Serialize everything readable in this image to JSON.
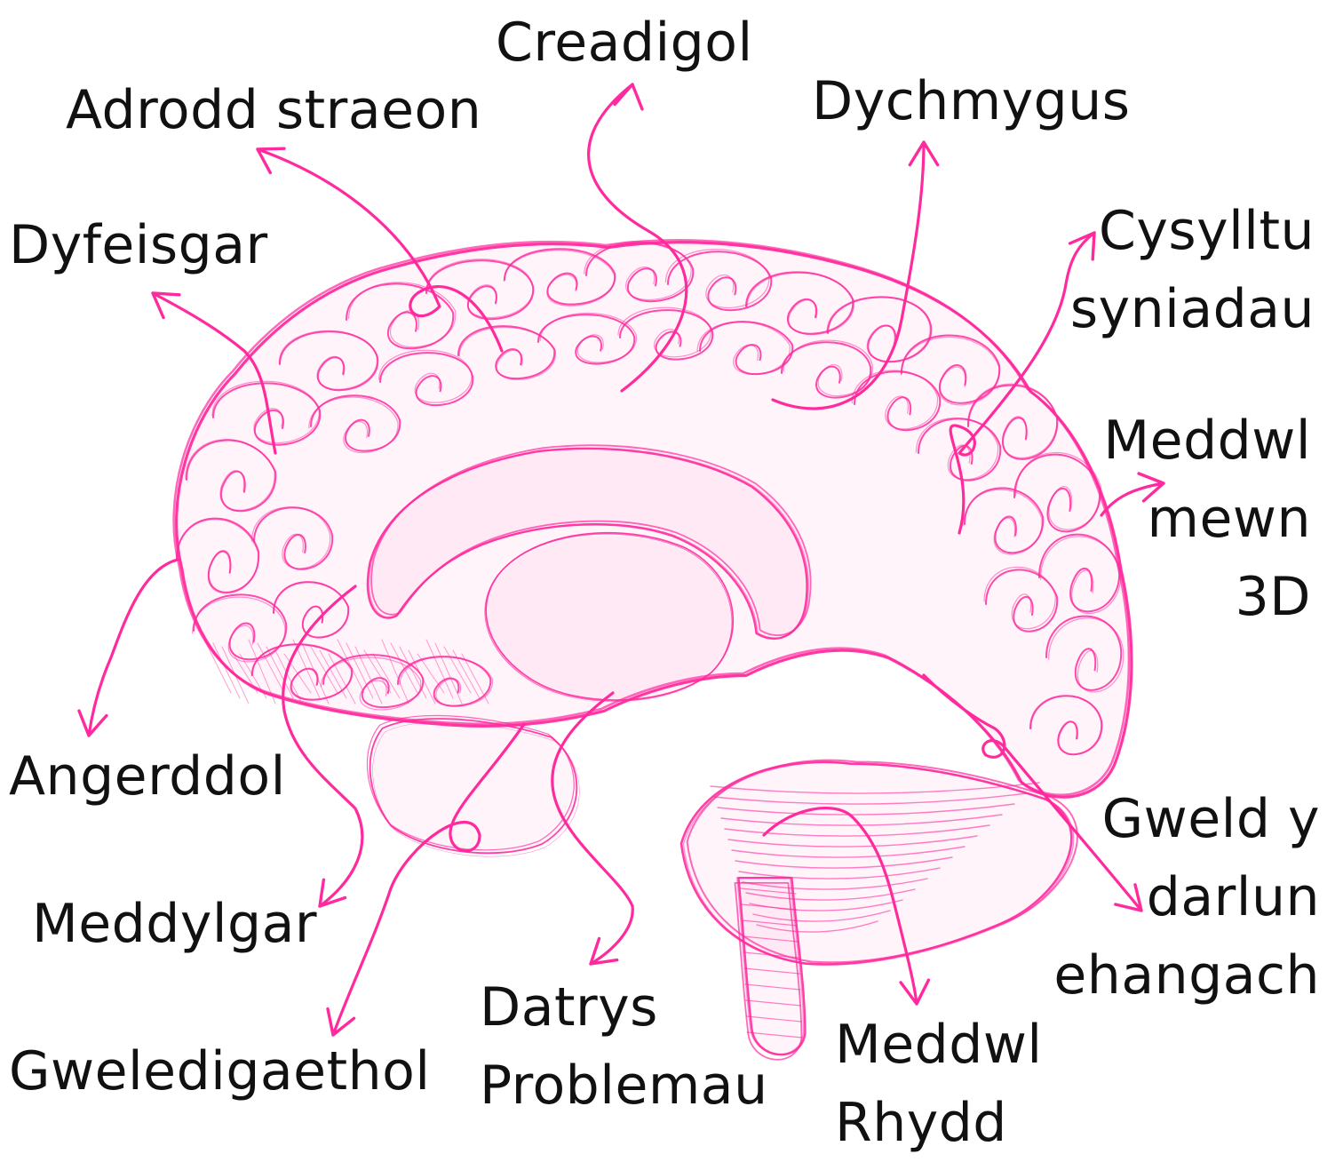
{
  "labels": {
    "creadigol": "Creadigol",
    "adrodd_straeon": "Adrodd straeon",
    "dychmygus": "Dychmygus",
    "dyfeisgar": "Dyfeisgar",
    "cysylltu": [
      "Cysylltu",
      "syniadau"
    ],
    "meddwl_3d": [
      "Meddwl",
      "mewn",
      "3D"
    ],
    "angerddol": "Angerddol",
    "gweld": [
      "Gweld y",
      "darlun",
      "ehangach"
    ],
    "meddylgar": "Meddylgar",
    "gweledigaethol": "Gweledigaethol",
    "datrys": [
      "Datrys",
      "Problemau"
    ],
    "meddwl_rhydd": [
      "Meddwl",
      "Rhydd"
    ]
  },
  "colors": {
    "ink": "#ff2a9d",
    "text": "#111111",
    "background": "#ffffff"
  }
}
